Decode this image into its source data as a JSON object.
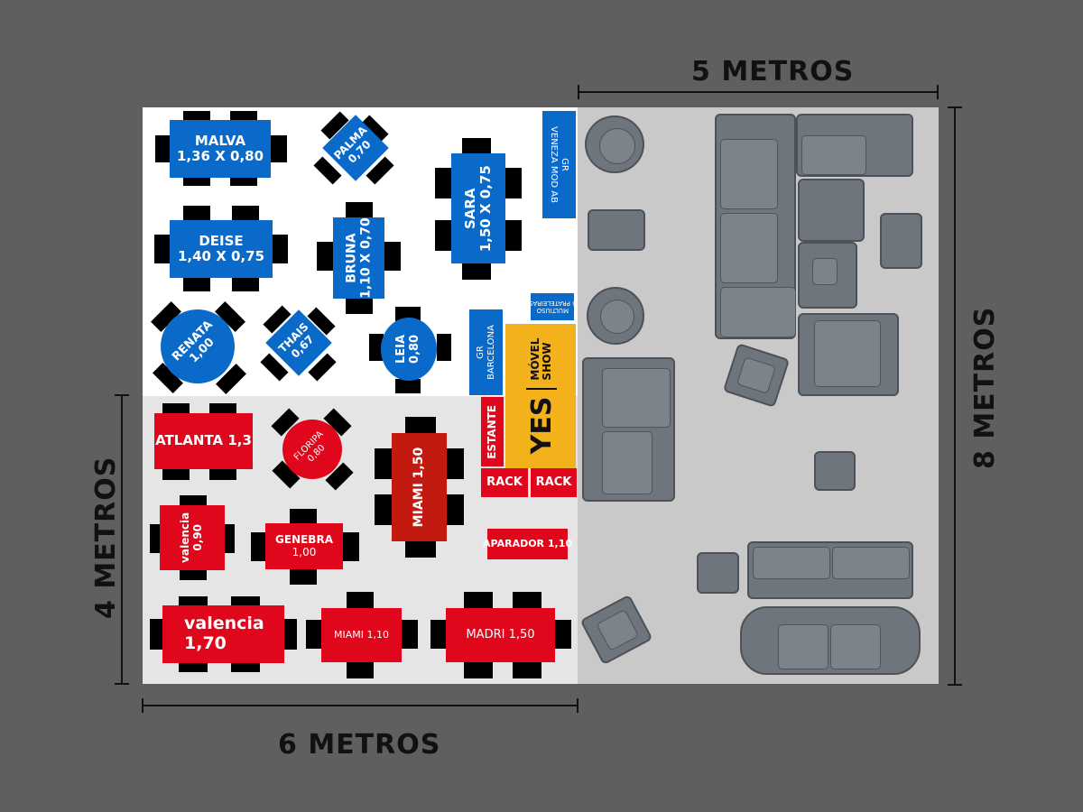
{
  "dimensions": {
    "top": "5 METROS",
    "bottom": "6 METROS",
    "left": "4 METROS",
    "right": "8 METROS"
  },
  "colors": {
    "background": "#5f5f5f",
    "blue_table": "#0a6ac9",
    "red_table": "#e0061b",
    "dark_red_table": "#c21a10",
    "yes_brand": "#f3b11c",
    "floor_white": "#ffffff",
    "floor_light_gray": "#e5e5e5",
    "floor_gray": "#c9c9c9",
    "sofa_gray": "#6e757c"
  },
  "blue_tables": {
    "malva": {
      "name": "MALVA",
      "size": "1,36 X 0,80"
    },
    "palma": {
      "name": "PALMA",
      "size": "0,70"
    },
    "sara": {
      "name": "SARA",
      "size": "1,50 X 0,75"
    },
    "deise": {
      "name": "DEISE",
      "size": "1,40 X 0,75"
    },
    "bruna": {
      "name": "BRUNA",
      "size": "1,10 X 0,70"
    },
    "renata": {
      "name": "RENATA",
      "size": "1,00"
    },
    "thais": {
      "name": "THAIS",
      "size": "0,67"
    },
    "leia": {
      "name": "LEIA",
      "size": "0,80"
    }
  },
  "blue_furniture": {
    "veneza": {
      "line1": "GR",
      "line2": "VENEZA MOD AB"
    },
    "barcelona": {
      "line1": "GR",
      "line2": "BARCELONA"
    },
    "multiuso": {
      "line1": "MULTIUSO",
      "line2": "6 PRATELEIRAS"
    }
  },
  "yes_stand": {
    "logo": "YES",
    "line1": "MÓVEL",
    "line2": "SHOW"
  },
  "red_tables": {
    "atlanta": {
      "label": "ATLANTA 1,3"
    },
    "floripa": {
      "name": "FLORIPA",
      "size": "0,80"
    },
    "miami150": {
      "label": "MIAMI 1,50"
    },
    "valencia090": {
      "name": "valencia",
      "size": "0,90"
    },
    "genebra": {
      "name": "GENEBRA",
      "size": "1,00"
    },
    "valencia170": {
      "name": "valencia",
      "size": "1,70"
    },
    "miami110": {
      "label": "MIAMI 1,10"
    },
    "madri": {
      "label": "MADRI 1,50"
    }
  },
  "red_furniture": {
    "estante": "ESTANTE",
    "rack1": "RACK",
    "rack2": "RACK",
    "aparador": "APARADOR 1,10"
  }
}
